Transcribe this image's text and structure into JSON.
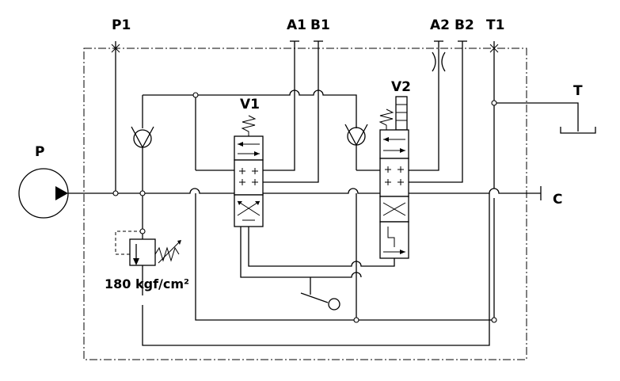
{
  "ports": {
    "p1": "P1",
    "a1": "A1",
    "b1": "B1",
    "a2": "A2",
    "b2": "B2",
    "t1": "T1",
    "p": "P",
    "t": "T",
    "c": "C"
  },
  "valves": {
    "v1": "V1",
    "v2": "V2"
  },
  "relief": {
    "pressure": "180 kgf/cm²"
  }
}
